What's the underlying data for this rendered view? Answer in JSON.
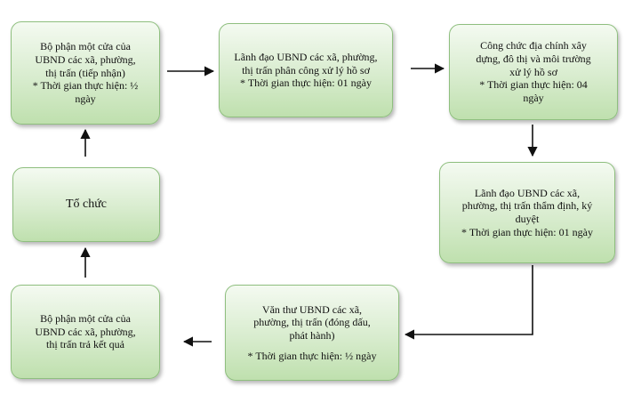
{
  "boxes": {
    "b1": {
      "lines": [
        "Bộ phận một cửa của",
        "UBND các xã, phường,",
        "thị trấn (tiếp nhận)",
        "* Thời gian thực hiện: ½",
        "ngày"
      ]
    },
    "b2": {
      "lines": [
        "Lãnh đạo UBND các xã, phường,",
        "thị trấn phân công xử lý hồ sơ",
        "* Thời gian thực hiện: 01 ngày"
      ]
    },
    "b3": {
      "lines": [
        "Công chức địa chính xây",
        "dựng, đô thị và môi trường",
        "xử lý hồ sơ",
        "* Thời gian thực hiện: 04",
        "ngày"
      ]
    },
    "b4": {
      "lines": [
        "Lãnh đạo UBND các xã,",
        "phường, thị trấn thẩm định, ký",
        "duyệt",
        "* Thời gian thực hiện: 01 ngày"
      ]
    },
    "b5": {
      "lines": [
        "Văn thư UBND các xã,",
        "phường, thị trấn (đóng dấu,",
        "phát hành)",
        "* Thời gian thực hiện: ½ ngày"
      ]
    },
    "b6": {
      "lines": [
        "Bộ phận một cửa của",
        "UBND các xã, phường,",
        "thị trấn trả kết quả"
      ]
    },
    "b7": {
      "lines": [
        "Tổ chức"
      ]
    }
  },
  "colors": {
    "box_border": "#8fbf7f",
    "box_fill_top": "#f4faf1",
    "box_fill_bottom": "#bfe0ae",
    "arrow": "#111111"
  }
}
